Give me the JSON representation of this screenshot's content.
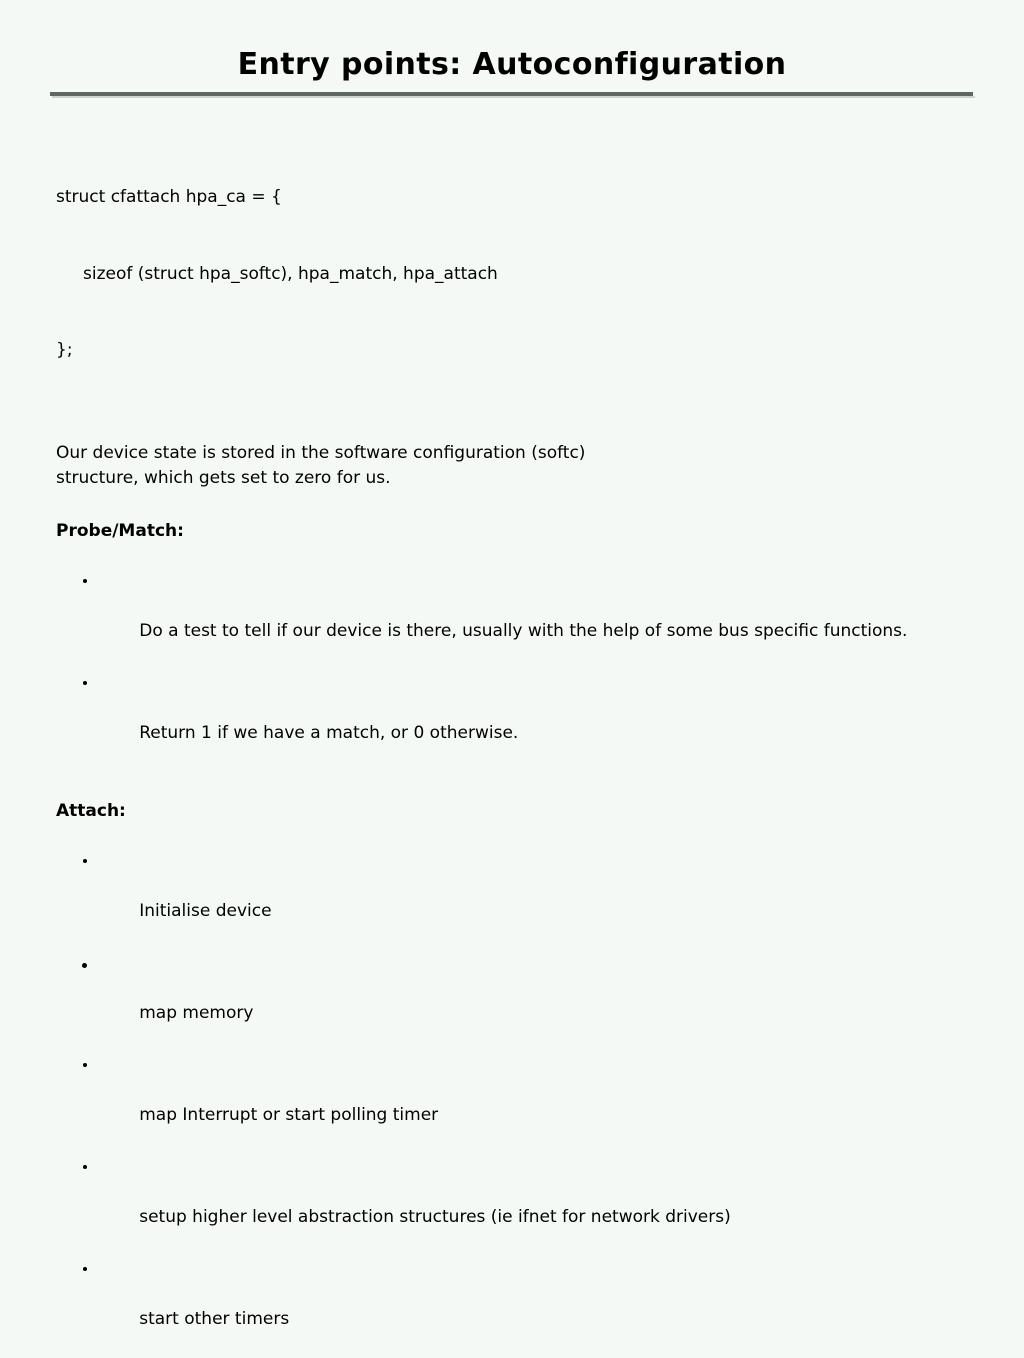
{
  "slide": {
    "title": "Entry points: Autoconfiguration",
    "code_block": [
      "struct cfattach hpa_ca = {",
      "     sizeof (struct hpa_softc), hpa_match, hpa_attach",
      "};"
    ],
    "paragraph": [
      "Our device state is stored in the software configuration (softc)",
      "structure, which gets set to zero for us."
    ],
    "sections": [
      {
        "heading": "Probe/Match:",
        "bullets": [
          "Do a test to tell if our device is there, usually with the help of some bus specific functions.",
          "Return 1 if we have a match, or 0 otherwise."
        ]
      },
      {
        "heading": "Attach:",
        "bullets": [
          "Initialise device",
          "map memory",
          "map Interrupt or start polling timer",
          "setup higher level abstraction structures (ie ifnet for network drivers)",
          "start other timers"
        ]
      }
    ],
    "colors": {
      "background": "#f5f9f5",
      "text": "#000000",
      "rule": "#5f6763",
      "rule_highlight": "#cdd4cf"
    }
  }
}
